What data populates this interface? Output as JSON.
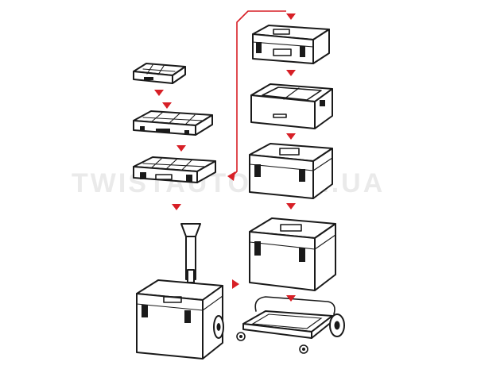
{
  "watermark": {
    "text": "TWISTAUTO.COM.UA"
  },
  "colors": {
    "arrow": "#d71f26",
    "outline": "#1a1a1a",
    "background": "#ffffff"
  },
  "illustration": {
    "left_column": [
      "small-organizer",
      "organizer-medium",
      "organizer-large",
      "mobile-toolbox-with-handle"
    ],
    "right_column": [
      "toolbox-small",
      "open-tray-insert",
      "toolbox-medium",
      "toolbox-large",
      "wheeled-cart-base"
    ]
  }
}
